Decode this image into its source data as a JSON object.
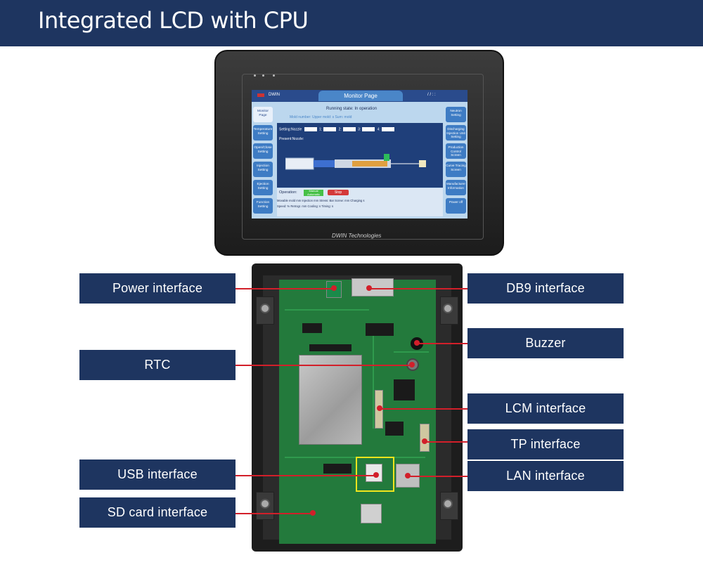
{
  "header": {
    "title": "Integrated LCD with CPU"
  },
  "device": {
    "brand_label": "DWIN Technologies",
    "screen": {
      "logo_text": "DWIN",
      "title_tab": "Monitor Page",
      "date_text": "/  /       :  :",
      "running_state": "Running state:  In operation",
      "mold_line": "Mold number:              Upper mold:        s          Sum:          mold",
      "setting_line": "Setting:Nozzle",
      "present_line": "Present:Nozzle:",
      "left_menu": [
        "Monitor Page",
        "Temperature Setting",
        "Open/Close Setting",
        "Injection Setting",
        "Ejection Setting",
        "Function Setting"
      ],
      "right_menu": [
        "Neutron Setting",
        "Discharging Injection Unit Setting",
        "Production Control Screen",
        "Curve Tracing Screen",
        "Manufacturer Information",
        "Power off"
      ],
      "operation_label": "Operation:",
      "manual_button": "Manual Automatic",
      "stop_button": "Stop",
      "stats_row1": "Movable mold    mm  Injection    mm  Stress:       Bar  Screw:        mm  Charging      s",
      "stats_row2": "Speed:            %  Retrogr.      mm  Cooling:         s  Timing:        s"
    }
  },
  "callouts": {
    "power": "Power interface",
    "rtc": "RTC",
    "usb": "USB interface",
    "sd": "SD card interface",
    "db9": "DB9 interface",
    "buzzer": "Buzzer",
    "lcm": "LCM interface",
    "tp": "TP interface",
    "lan": "LAN interface"
  },
  "colors": {
    "banner": "#1e3560",
    "leader": "#d21f2a",
    "pcb": "#237a3c",
    "highlight": "#f2e51c"
  }
}
